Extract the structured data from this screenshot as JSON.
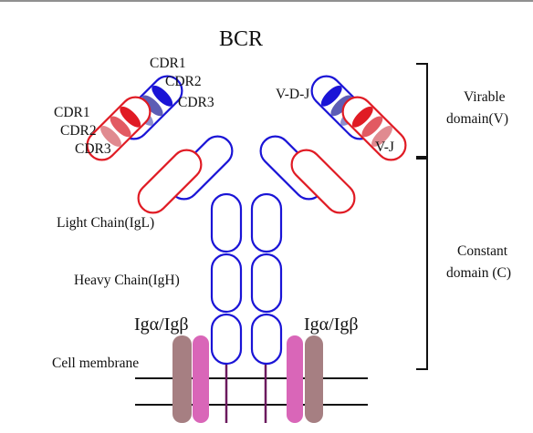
{
  "title": "BCR",
  "labels": {
    "left_cdr": [
      "CDR1",
      "CDR2",
      "CDR3"
    ],
    "heavy_cdr": [
      "CDR1",
      "CDR2",
      "CDR3"
    ],
    "vdj": "V-D-J",
    "vj": "V-J",
    "light_chain": "Light Chain(IgL)",
    "heavy_chain": "Heavy Chain(IgH)",
    "ig_ab_left": "Igα/Igβ",
    "ig_ab_right": "Igα/Igβ",
    "membrane": "Cell membrane",
    "variable_domain_line1": "Virable",
    "variable_domain_line2": "domain(V)",
    "constant_domain_line1": "Constant",
    "constant_domain_line2": "domain (C)"
  },
  "colors": {
    "heavy_chain": "#1a14d6",
    "light_chain": "#e01b24",
    "cdr1_heavy": "#8f8fcc",
    "cdr1_light": "#e08a90",
    "igalpha": "#a67f82",
    "igbeta": "#d966b8",
    "transmembrane": "#6b1a5e"
  }
}
